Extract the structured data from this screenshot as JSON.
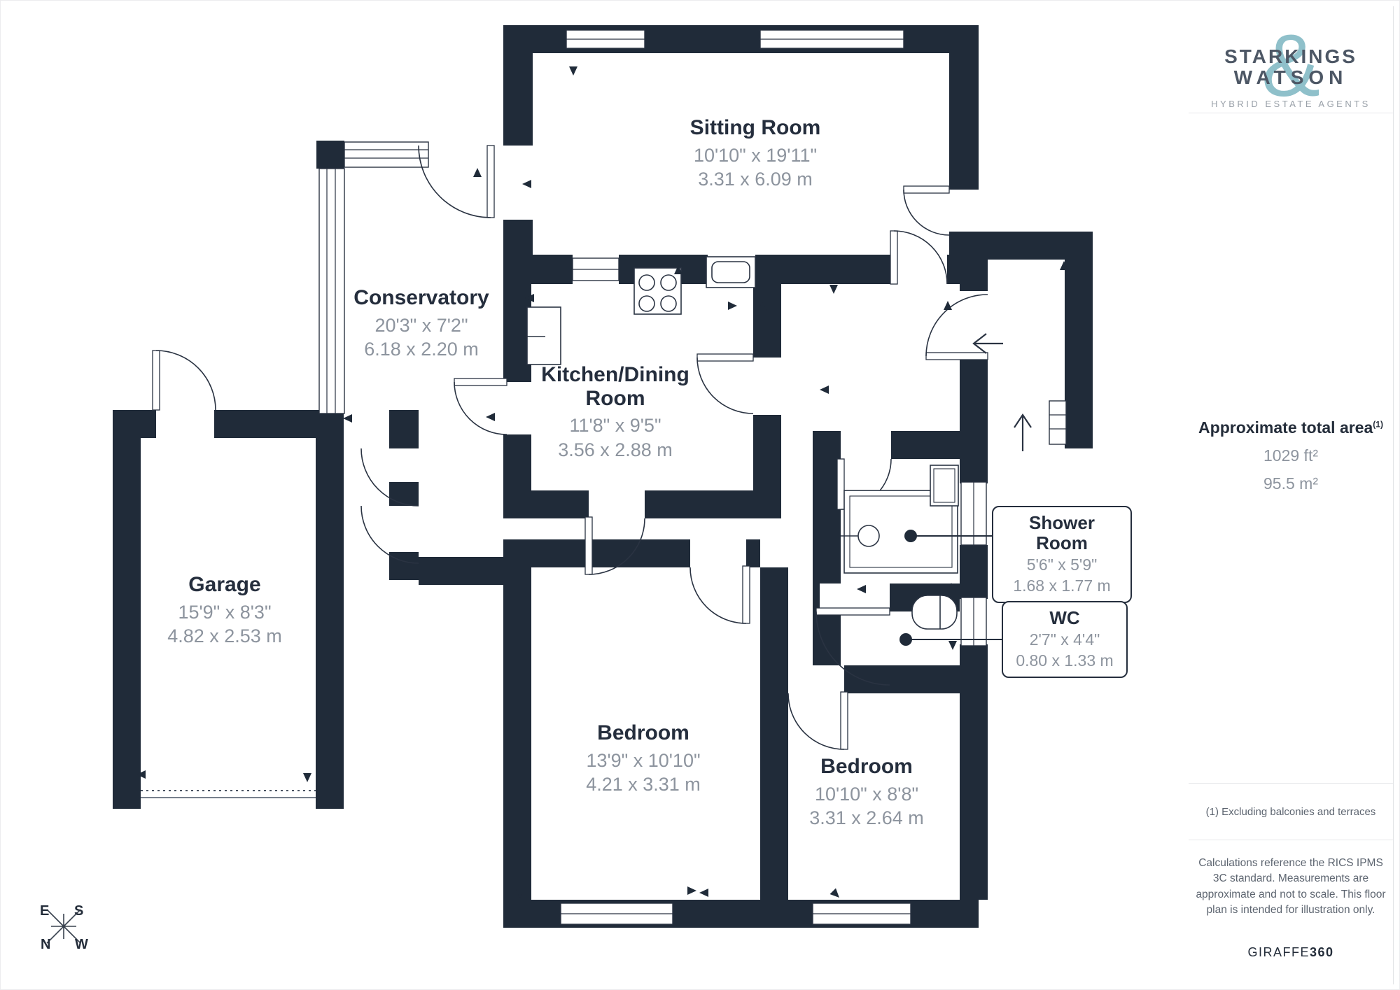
{
  "plan": {
    "rooms": {
      "sitting": {
        "name": "Sitting Room",
        "imperial": "10'10\" x 19'11\"",
        "metric": "3.31 x 6.09 m"
      },
      "conservatory": {
        "name": "Conservatory",
        "imperial": "20'3\" x 7'2\"",
        "metric": "6.18 x 2.20 m"
      },
      "kitchen": {
        "name": "Kitchen/Dining Room",
        "imperial": "11'8\" x 9'5\"",
        "metric": "3.56 x 2.88 m"
      },
      "garage": {
        "name": "Garage",
        "imperial": "15'9\" x 8'3\"",
        "metric": "4.82 x 2.53 m"
      },
      "shower": {
        "name": "Shower Room",
        "imperial": "5'6\" x 5'9\"",
        "metric": "1.68 x 1.77 m"
      },
      "wc": {
        "name": "WC",
        "imperial": "2'7\" x 4'4\"",
        "metric": "0.80 x 1.33 m"
      },
      "bedroom1": {
        "name": "Bedroom",
        "imperial": "13'9\" x 10'10\"",
        "metric": "4.21 x 3.31 m"
      },
      "bedroom2": {
        "name": "Bedroom",
        "imperial": "10'10\" x 8'8\"",
        "metric": "3.31 x 2.64 m"
      }
    },
    "compass": {
      "e": "E",
      "s": "S",
      "n": "N",
      "w": "W"
    }
  },
  "sidebar": {
    "logo": {
      "line1": "STARKINGS",
      "line2": "WATSON",
      "ampersand": "&",
      "tagline": "HYBRID ESTATE AGENTS"
    },
    "area": {
      "title": "Approximate total area",
      "superscript": "(1)",
      "imperial": "1029 ft²",
      "metric": "95.5 m²"
    },
    "footnote": "(1) Excluding balconies and terraces",
    "disclaimer": "Calculations reference the RICS IPMS 3C standard. Measurements are approximate and not to scale. This floor plan is intended for illustration only.",
    "provider": {
      "prefix": "GIRAFFE",
      "suffix": "360"
    }
  },
  "colors": {
    "wall": "#202b39",
    "accent": "#8fc0ca",
    "label_dark": "#252e3d",
    "label_gray": "#8d949e"
  }
}
